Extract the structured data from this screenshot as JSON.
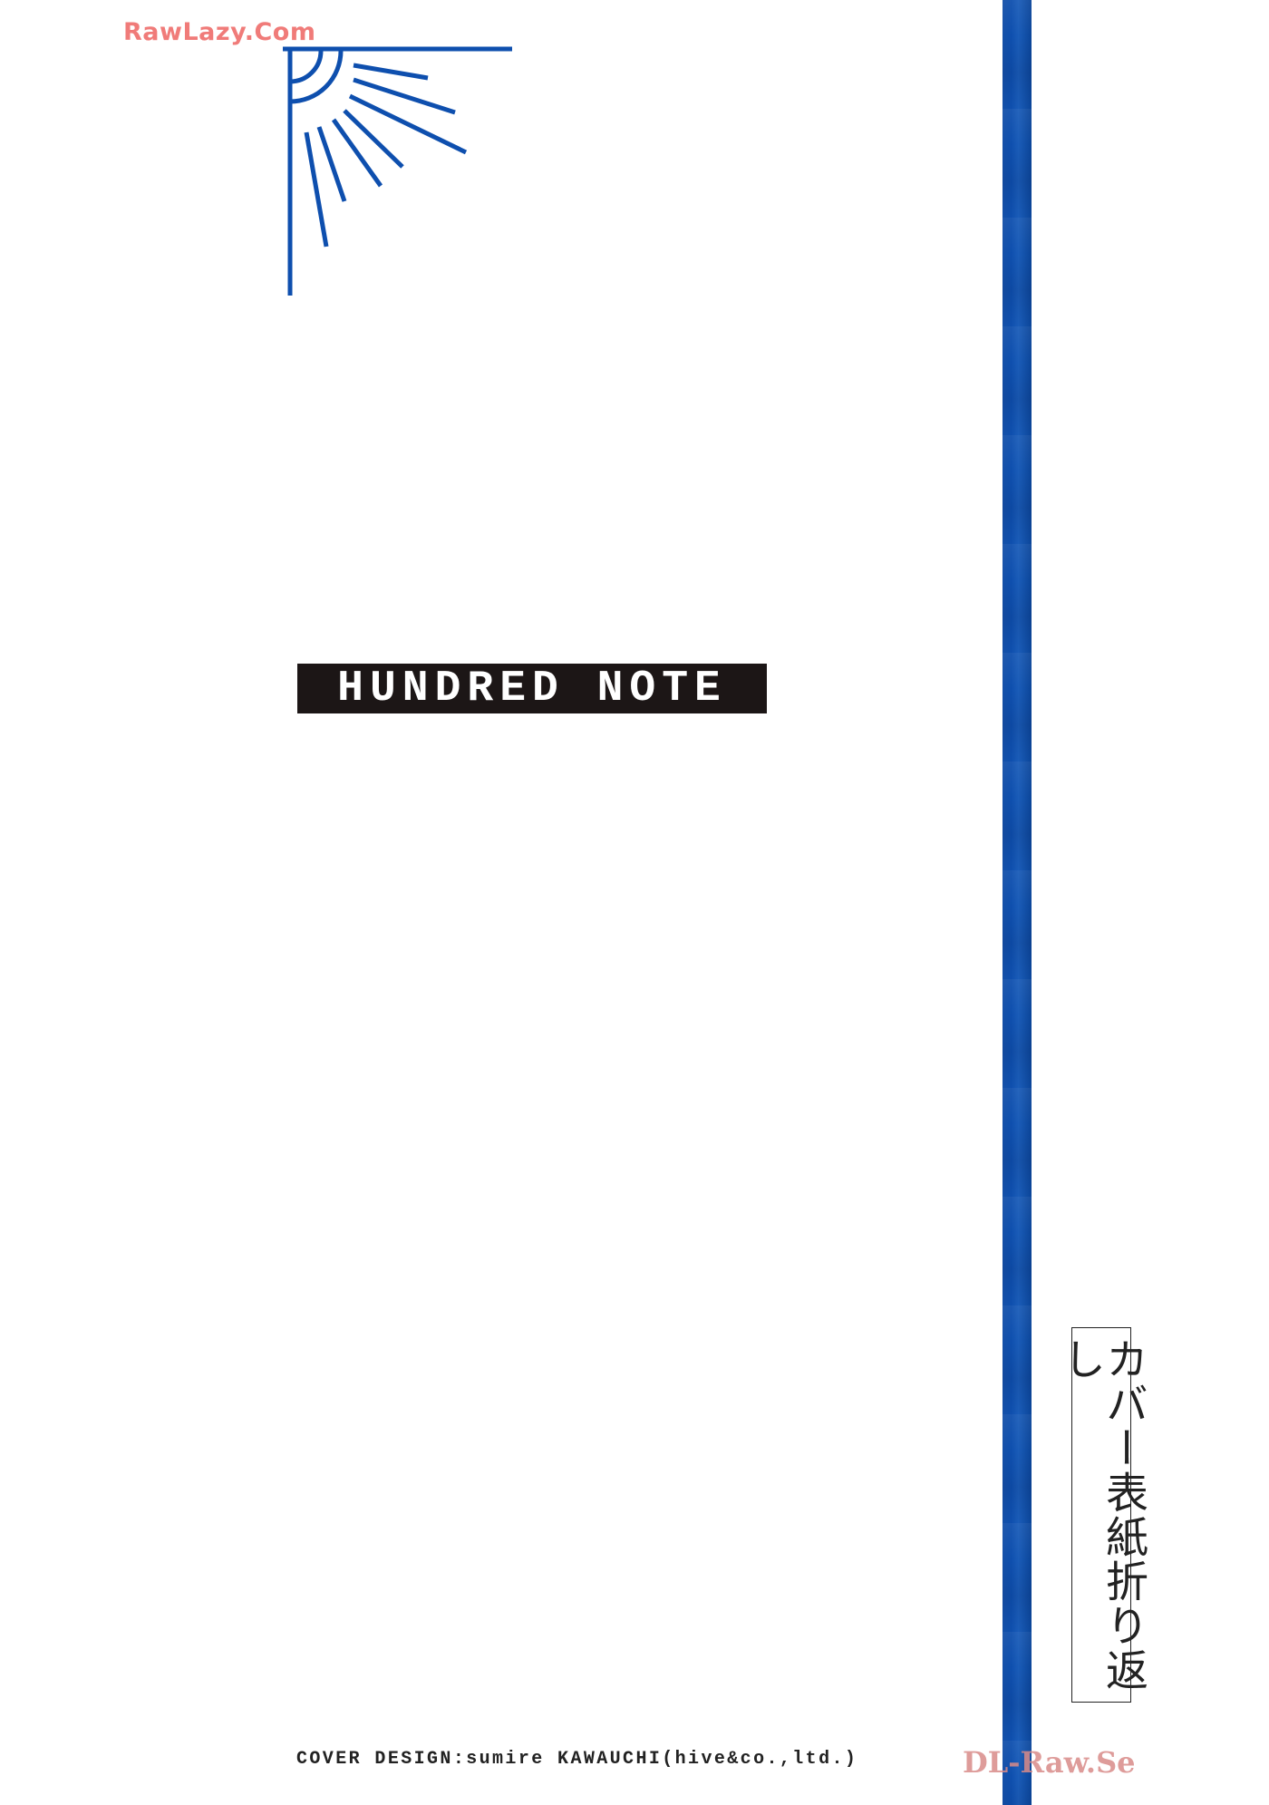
{
  "watermarks": {
    "top": "RawLazy.Com",
    "bottom": "DL-Raw.Se"
  },
  "title": "HUNDRED NOTE",
  "side_label": "カバー表紙折り返し",
  "credit": "COVER DESIGN:sumire KAWAUCHI(hive&co.,ltd.)",
  "colors": {
    "accent_blue": "#0e4fae",
    "title_box": "#1c1616",
    "watermark_top": "#f07b79",
    "watermark_bottom": "#d98b89"
  },
  "icons": {
    "sun": "sun-rays-corner-icon"
  }
}
